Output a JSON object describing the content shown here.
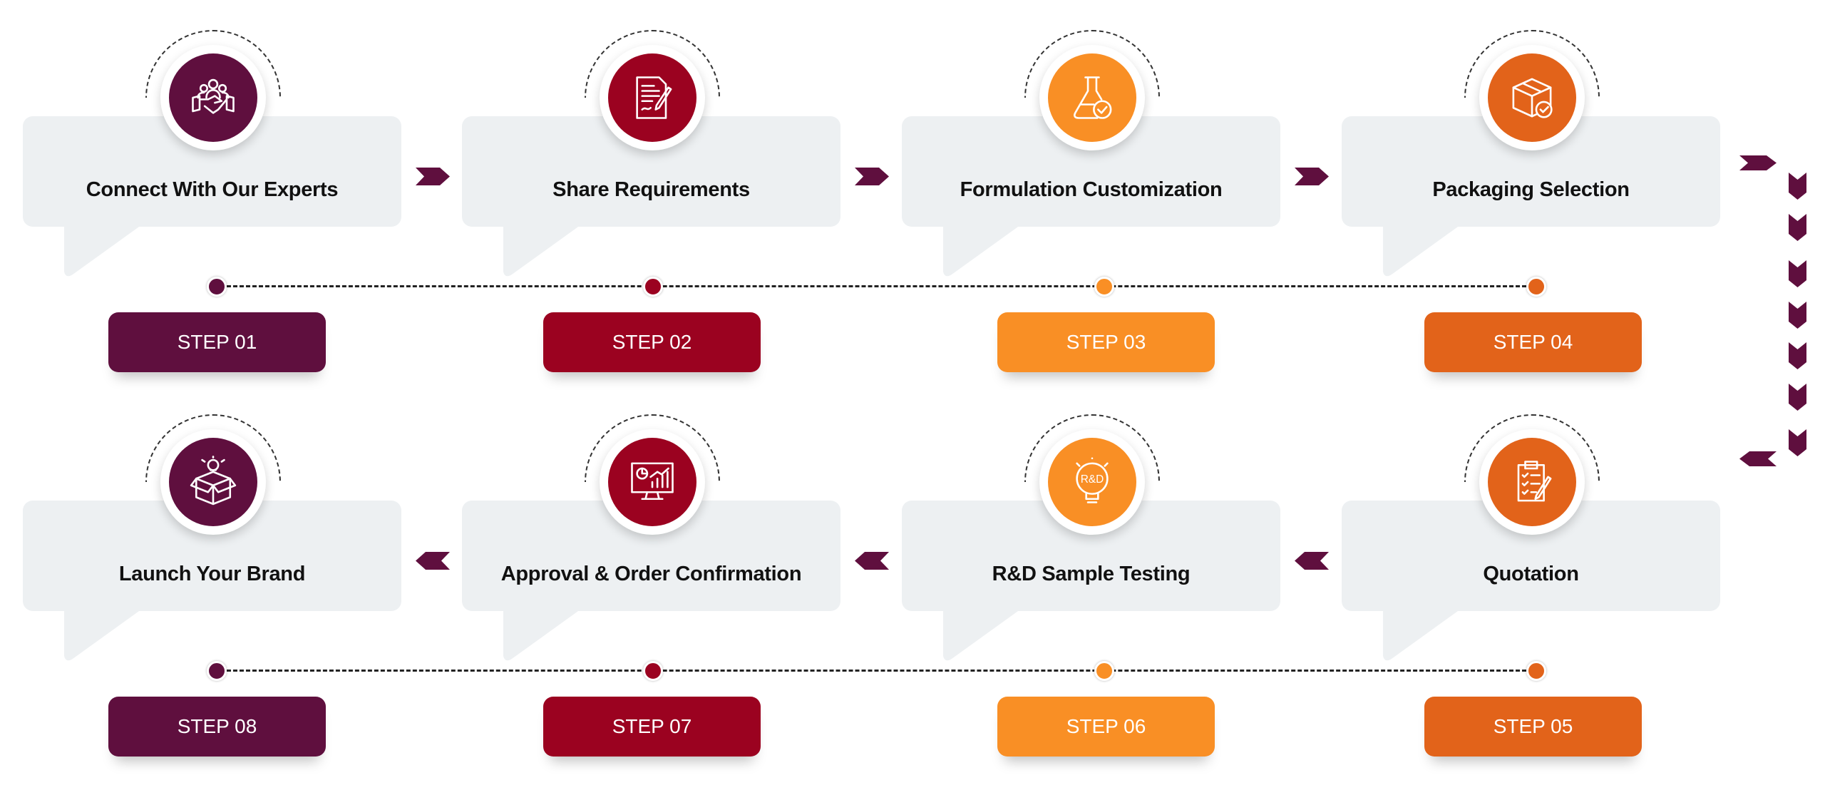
{
  "colors": {
    "plum": "#5f0f3e",
    "crimson": "#9b0220",
    "orange": "#f98f25",
    "dark_orange": "#e2631a",
    "card": "#edf0f2"
  },
  "steps": [
    {
      "number": "STEP 01",
      "title": "Connect With Our Experts",
      "icon": "handshake-team-icon",
      "color": "#5f0f3e"
    },
    {
      "number": "STEP 02",
      "title": "Share Requirements",
      "icon": "document-pen-icon",
      "color": "#9b0220"
    },
    {
      "number": "STEP 03",
      "title": "Formulation Customization",
      "icon": "flask-check-icon",
      "color": "#f98f25"
    },
    {
      "number": "STEP 04",
      "title": "Packaging Selection",
      "icon": "box-check-icon",
      "color": "#e2631a"
    },
    {
      "number": "STEP 05",
      "title": "Quotation",
      "icon": "clipboard-pen-icon",
      "color": "#e2631a"
    },
    {
      "number": "STEP 06",
      "title": "R&D Sample Testing",
      "icon": "rnd-bulb-icon",
      "color": "#f98f25"
    },
    {
      "number": "STEP 07",
      "title": "Approval & Order Confirmation",
      "icon": "monitor-chart-icon",
      "color": "#9b0220"
    },
    {
      "number": "STEP 08",
      "title": "Launch Your Brand",
      "icon": "box-bulb-icon",
      "color": "#5f0f3e"
    }
  ]
}
